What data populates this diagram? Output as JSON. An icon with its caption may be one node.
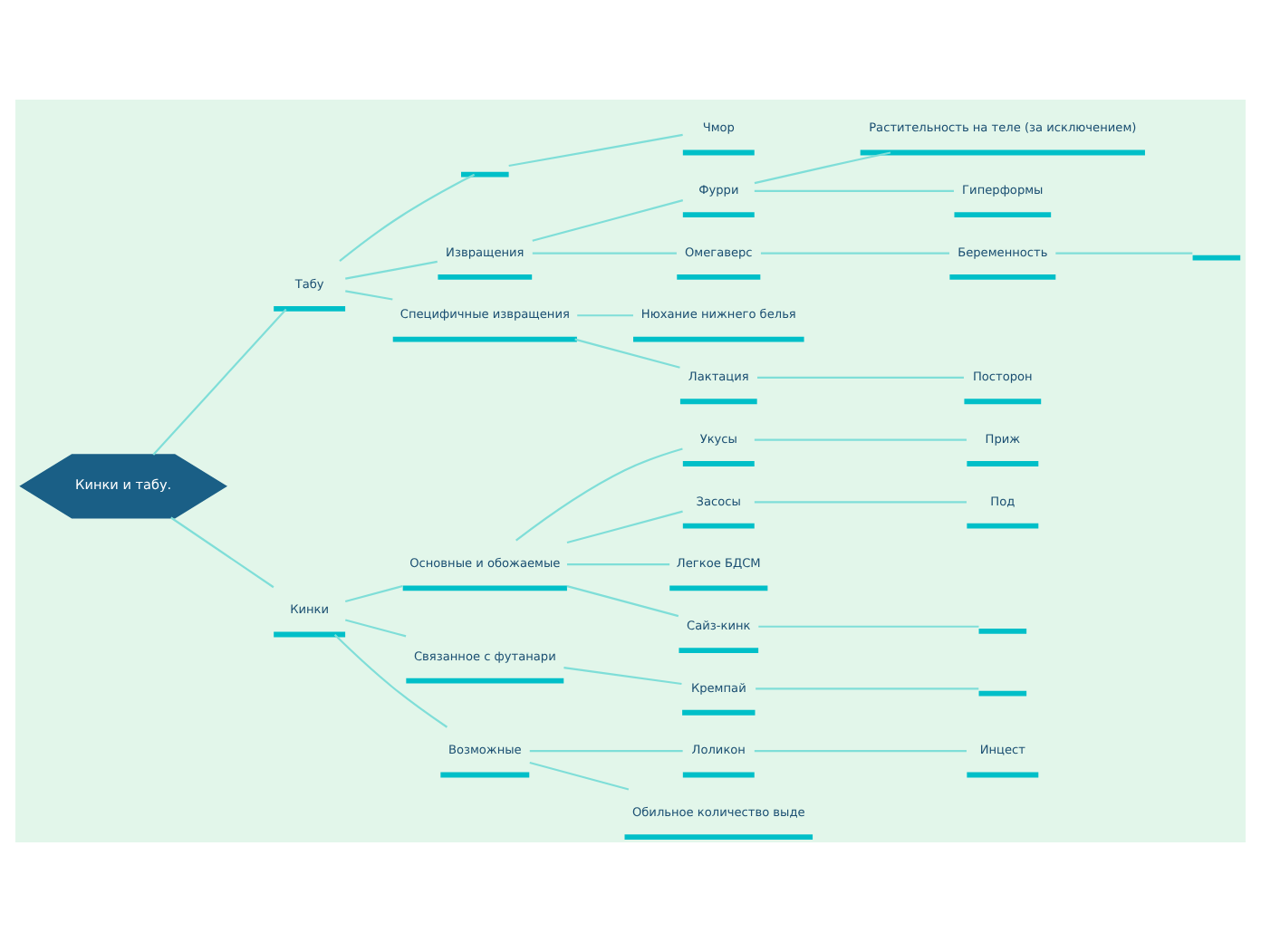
{
  "diagram": {
    "nodes": [
      {
        "text": [
          "Кинки и табу."
        ]
      },
      {
        "text": [
          "Табу"
        ]
      },
      {
        "text": [],
        "shape": "bar"
      },
      {
        "text": [
          "Чмор"
        ]
      },
      {
        "text": [
          "Извращения"
        ]
      },
      {
        "text": [
          "Фурри"
        ]
      },
      {
        "text": [
          "Растительность на теле (за исключением)"
        ]
      },
      {
        "text": [
          "Гиперформы"
        ]
      },
      {
        "text": [
          "Омегаверс"
        ]
      },
      {
        "text": [
          "Беременность"
        ]
      },
      {
        "text": [],
        "shape": "bar"
      },
      {
        "text": [
          "Специфичные извращения"
        ]
      },
      {
        "text": [
          "Нюхание нижнего белья"
        ]
      },
      {
        "text": [
          "Лактация"
        ]
      },
      {
        "text": [
          "Посторон"
        ]
      },
      {
        "text": [
          "Кинки"
        ]
      },
      {
        "text": [
          "Основные и обожаемые"
        ]
      },
      {
        "text": [
          "Укусы"
        ]
      },
      {
        "text": [
          "Приж"
        ]
      },
      {
        "text": [
          "Засосы"
        ]
      },
      {
        "text": [
          "Под"
        ]
      },
      {
        "text": [
          "Легкое БДСМ"
        ]
      },
      {
        "text": [
          "Сайз-кинк"
        ]
      },
      {
        "text": [],
        "shape": "bar"
      },
      {
        "text": [
          "Связанное с футанари"
        ]
      },
      {
        "text": [
          "Кремпай"
        ]
      },
      {
        "text": [],
        "shape": "bar"
      },
      {
        "text": [
          "Возможные"
        ]
      },
      {
        "text": [
          "Лоликон"
        ]
      },
      {
        "text": [
          "Инцест"
        ]
      },
      {
        "text": [
          "Обильное количество выде"
        ]
      }
    ],
    "edges": [
      {
        "from": 0,
        "to": 1,
        "arrow": "none"
      },
      {
        "from": 0,
        "to": 15,
        "arrow": "none"
      },
      {
        "from": 1,
        "to": 2,
        "arrow": "none"
      },
      {
        "from": 2,
        "to": 3,
        "arrow": "none"
      },
      {
        "from": 1,
        "to": 4,
        "arrow": "none"
      },
      {
        "from": 4,
        "to": 5,
        "arrow": "none"
      },
      {
        "from": 5,
        "to": 6,
        "arrow": "none"
      },
      {
        "from": 5,
        "to": 7,
        "arrow": "none"
      },
      {
        "from": 4,
        "to": 8,
        "arrow": "none"
      },
      {
        "from": 8,
        "to": 9,
        "arrow": "none"
      },
      {
        "from": 9,
        "to": 10,
        "arrow": "none"
      },
      {
        "from": 1,
        "to": 11,
        "arrow": "none"
      },
      {
        "from": 11,
        "to": 12,
        "arrow": "none"
      },
      {
        "from": 11,
        "to": 13,
        "arrow": "none"
      },
      {
        "from": 13,
        "to": 14,
        "arrow": "none"
      },
      {
        "from": 15,
        "to": 16,
        "arrow": "none"
      },
      {
        "from": 16,
        "to": 17,
        "arrow": "none"
      },
      {
        "from": 17,
        "to": 18,
        "arrow": "none"
      },
      {
        "from": 16,
        "to": 19,
        "arrow": "none"
      },
      {
        "from": 19,
        "to": 20,
        "arrow": "none"
      },
      {
        "from": 16,
        "to": 21,
        "arrow": "none"
      },
      {
        "from": 16,
        "to": 22,
        "arrow": "none"
      },
      {
        "from": 22,
        "to": 23,
        "arrow": "none"
      },
      {
        "from": 15,
        "to": 24,
        "arrow": "none"
      },
      {
        "from": 24,
        "to": 25,
        "arrow": "none"
      },
      {
        "from": 25,
        "to": 26,
        "arrow": "none"
      },
      {
        "from": 15,
        "to": 27,
        "arrow": "none"
      },
      {
        "from": 27,
        "to": 28,
        "arrow": "none"
      },
      {
        "from": 28,
        "to": 29,
        "arrow": "none"
      },
      {
        "from": 27,
        "to": 30,
        "arrow": "none"
      }
    ]
  }
}
